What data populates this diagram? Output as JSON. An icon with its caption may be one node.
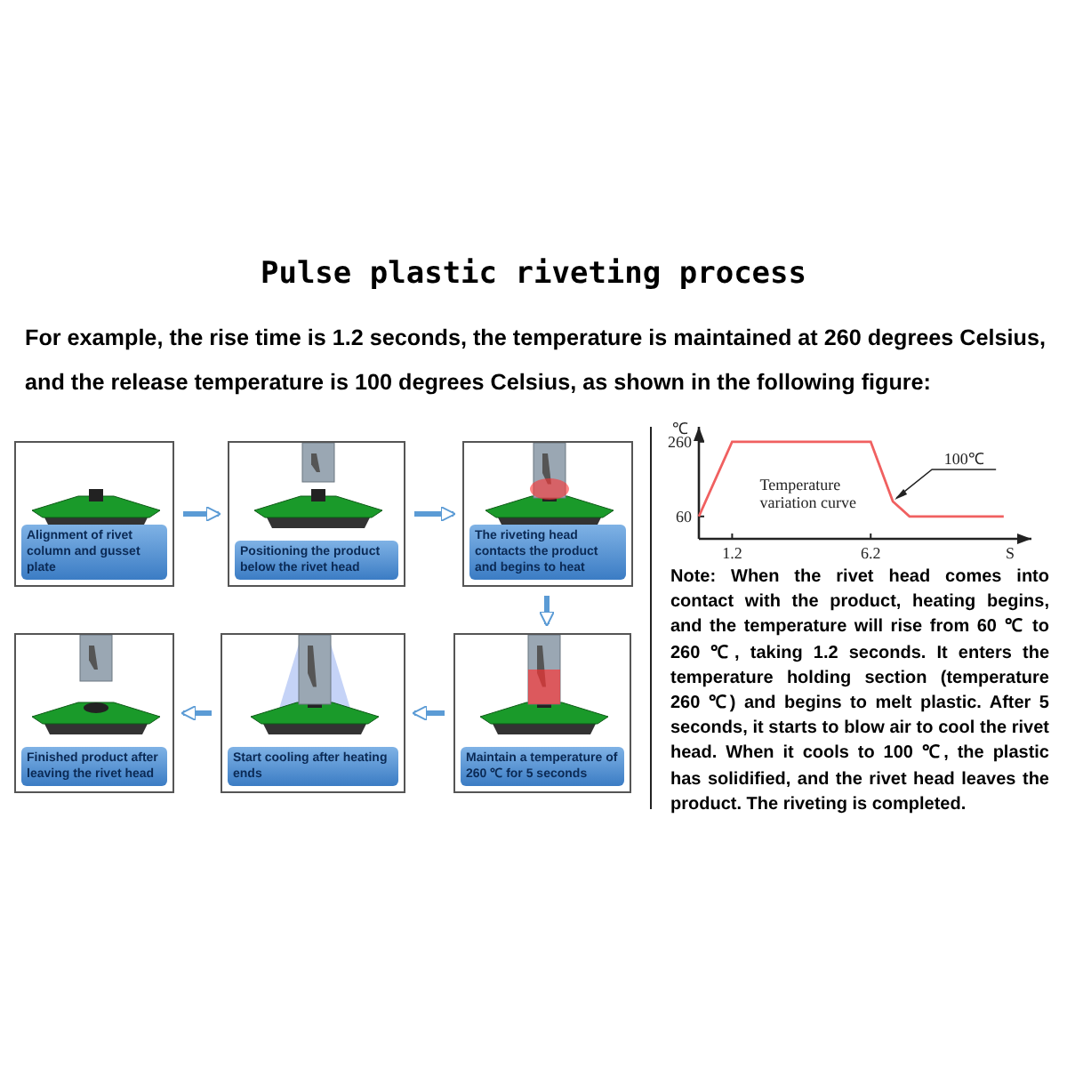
{
  "diagram": {
    "title": "Pulse plastic riveting process",
    "nodes": [
      {
        "text": [
          "Alignment of rivet column and gusset plate"
        ]
      },
      {
        "text": [
          "Positioning the product below the rivet head"
        ]
      },
      {
        "text": [
          "The riveting head contacts the product and begins to heat"
        ]
      },
      {
        "text": [
          "Finished product after leaving the rivet head"
        ]
      },
      {
        "text": [
          "Start cooling after heating ends"
        ]
      },
      {
        "text": [
          "Maintain a temperature of 260 ℃ for 5 seconds"
        ]
      }
    ],
    "edges": [
      {
        "from": 0,
        "to": 1,
        "arrow": "to"
      },
      {
        "from": 1,
        "to": 2,
        "arrow": "to"
      },
      {
        "from": 2,
        "to": 5,
        "arrow": "to"
      },
      {
        "from": 5,
        "to": 4,
        "arrow": "to"
      },
      {
        "from": 4,
        "to": 3,
        "arrow": "to"
      }
    ],
    "labels": [
      "For example, the rise time is 1.2 seconds, the temperature is maintained at 260 degrees Celsius, and the release temperature is 100 degrees Celsius, as shown in the following figure:",
      "Note: When the rivet head comes into contact with the product, heating begins, and the temperature will rise from 60 ℃ to 260 ℃, taking 1.2 seconds. It enters the temperature holding section (temperature 260 ℃) and begins to melt plastic. After 5 seconds, it starts to blow air to cool the rivet head. When it cools to 100 ℃, the plastic has solidified, and the rivet head leaves the product. The riveting is completed."
    ],
    "chart_data": {
      "type": "line",
      "xlabel": "S",
      "ylabel": "℃",
      "x": [
        0,
        1.2,
        6.2,
        7.0,
        7.6,
        11
      ],
      "series": [
        {
          "color": "#f06060",
          "values": [
            60,
            260,
            260,
            100,
            60,
            60
          ]
        }
      ],
      "xlim": [
        0,
        12
      ],
      "ylim": [
        0,
        300
      ],
      "xticks": [
        1.2,
        6.2
      ],
      "yticks": [
        60,
        260
      ],
      "annotations": [
        "Temperature variation curve",
        {
          "text": "100℃",
          "x": 7.0,
          "y": 100
        }
      ]
    }
  }
}
